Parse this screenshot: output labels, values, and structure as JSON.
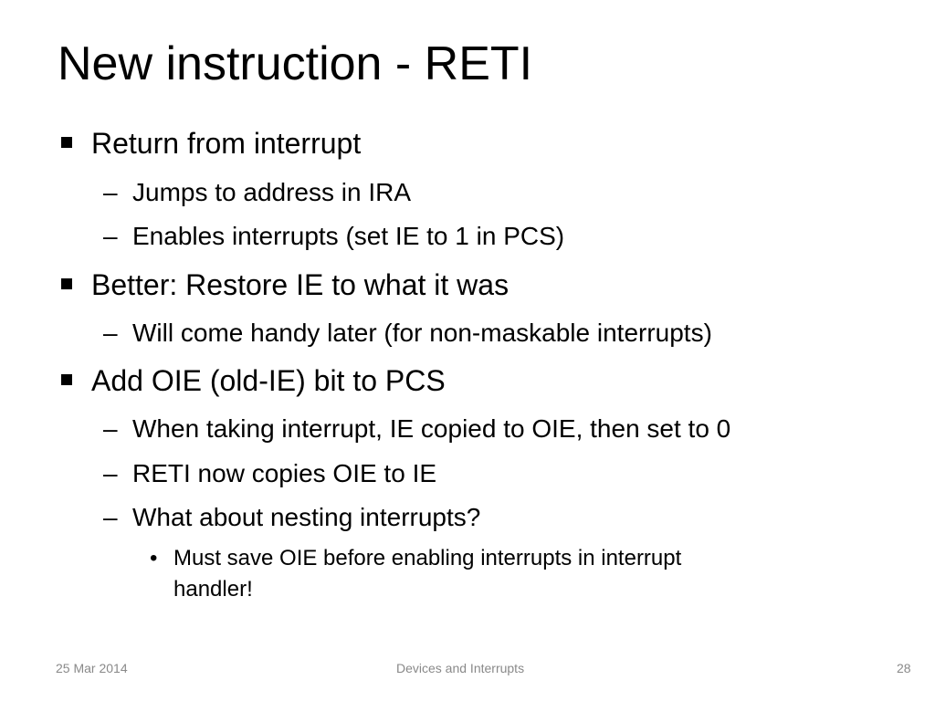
{
  "slide": {
    "title": "New instruction - RETI",
    "bullets": [
      {
        "text": "Return from interrupt",
        "sub": [
          {
            "text": "Jumps to address in IRA"
          },
          {
            "text": "Enables interrupts (set IE to 1 in PCS)"
          }
        ]
      },
      {
        "text": "Better: Restore IE to what it was",
        "sub": [
          {
            "text": "Will come handy later (for non-maskable interrupts)"
          }
        ]
      },
      {
        "text": "Add OIE (old-IE) bit to PCS",
        "sub": [
          {
            "text": "When taking interrupt, IE copied to OIE, then set to 0"
          },
          {
            "text": "RETI now copies OIE to IE"
          },
          {
            "text": "What about nesting interrupts?",
            "sub": [
              {
                "line1": "Must save OIE before enabling interrupts in interrupt",
                "line2": "handler!"
              }
            ]
          }
        ]
      }
    ],
    "dash_glyph": "–",
    "dot_glyph": "•"
  },
  "footer": {
    "date": "25 Mar 2014",
    "center": "Devices and Interrupts",
    "page": "28"
  }
}
